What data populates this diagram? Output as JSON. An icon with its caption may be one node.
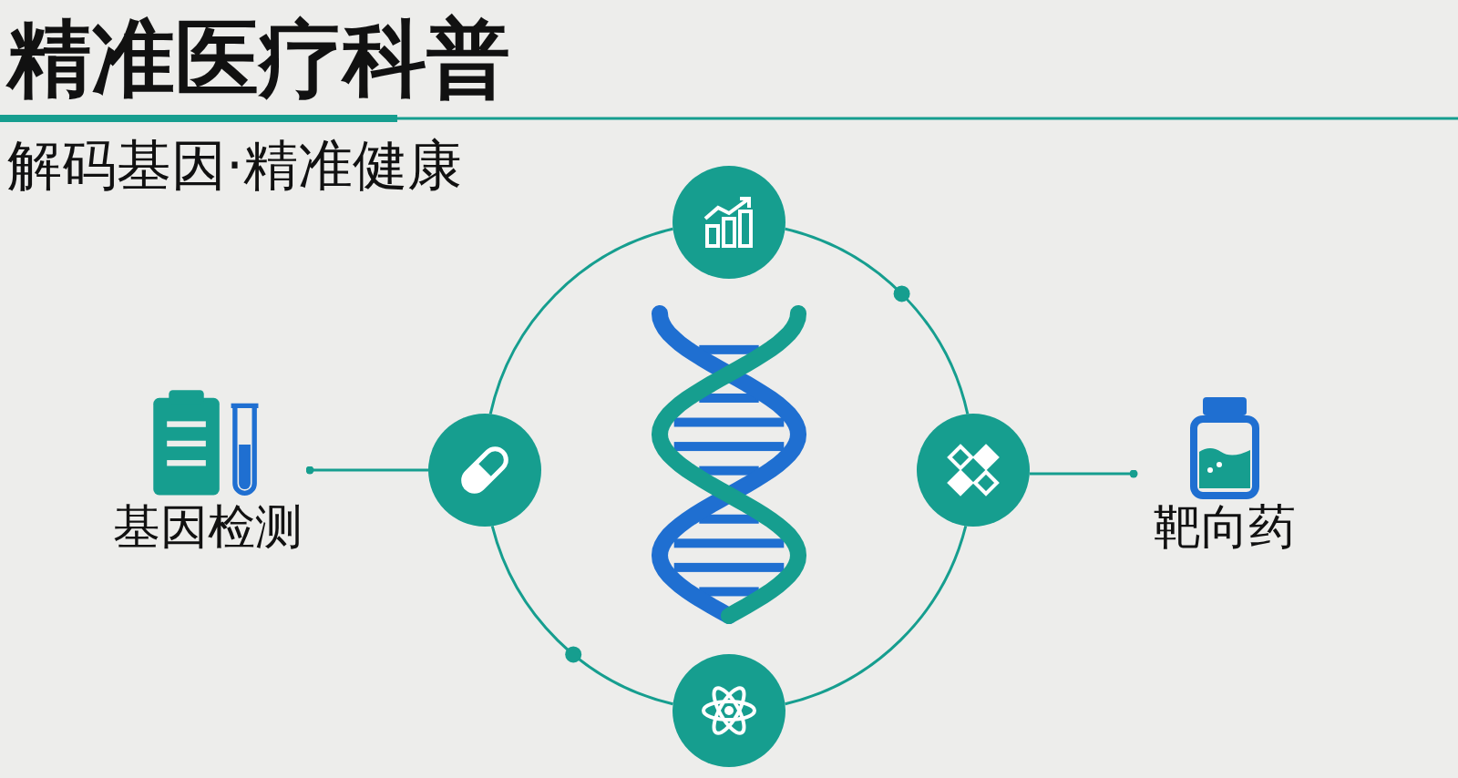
{
  "diagram": {
    "title": "精准医疗科普",
    "nodes": [
      {
        "text": [],
        "shape": "circle"
      },
      {
        "text": [
          "基因检测"
        ]
      },
      {
        "text": [],
        "shape": "circle"
      },
      {
        "text": [],
        "shape": "circle"
      },
      {
        "text": [
          "靶向药"
        ]
      },
      {
        "text": [],
        "shape": "circle"
      }
    ],
    "edges": [
      {
        "from": 1,
        "to": 2,
        "arrow": "other"
      },
      {
        "from": 3,
        "to": 4,
        "arrow": "other"
      },
      {
        "from": 0,
        "to": 2,
        "arrow": "none"
      },
      {
        "from": 2,
        "to": 5,
        "arrow": "none"
      },
      {
        "from": 5,
        "to": 3,
        "arrow": "none"
      },
      {
        "from": 3,
        "to": 0,
        "arrow": "none"
      }
    ],
    "labels": [
      "解码基因·精准健康"
    ]
  }
}
